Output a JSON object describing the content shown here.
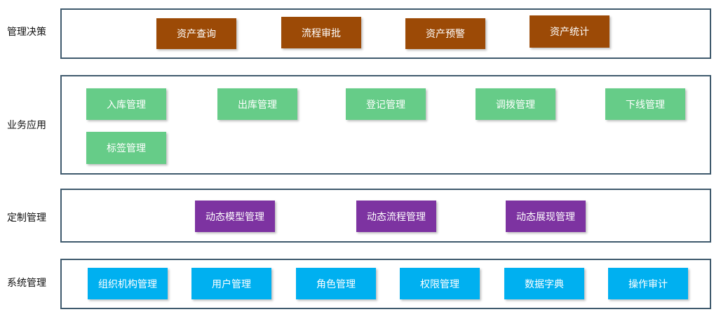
{
  "rows": [
    {
      "label": "管理决策",
      "color": "#9c4a06",
      "items": [
        "资产查询",
        "流程审批",
        "资产预警",
        "资产统计"
      ]
    },
    {
      "label": "业务应用",
      "color": "#66cc88",
      "items": [
        "入库管理",
        "出库管理",
        "登记管理",
        "调拨管理",
        "下线管理",
        "标签管理"
      ]
    },
    {
      "label": "定制管理",
      "color": "#7d33a1",
      "items": [
        "动态模型管理",
        "动态流程管理",
        "动态展现管理"
      ]
    },
    {
      "label": "系统管理",
      "color": "#00b0f0",
      "items": [
        "组织机构管理",
        "用户管理",
        "角色管理",
        "权限管理",
        "数据字典",
        "操作审计"
      ]
    }
  ],
  "border_color": "#3f5a6d"
}
